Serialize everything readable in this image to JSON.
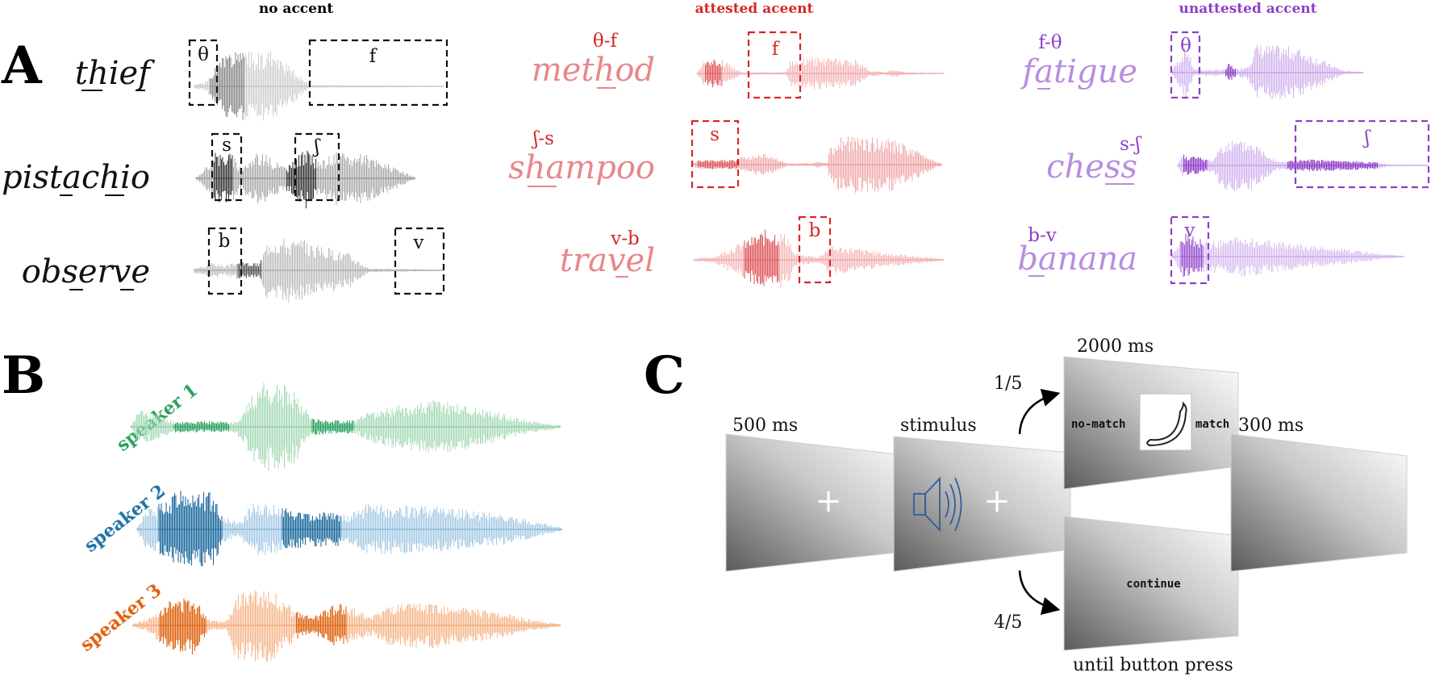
{
  "panel_labels": {
    "a": "A",
    "b": "B",
    "c": "C"
  },
  "column_headers": {
    "no_accent": "no accent",
    "attested": "attested aceent",
    "unattested": "unattested accent"
  },
  "colors": {
    "black": "#1a1a1a",
    "attested": "#d62728",
    "attested_light": "#e8878a",
    "unattested": "#8e3fc7",
    "unattested_light": "#b98ce0",
    "speaker1": "#2ca25f",
    "speaker2": "#2274a5",
    "speaker3": "#e0620f"
  },
  "no_accent": [
    {
      "word": "thief",
      "segs": [
        "θ",
        "f"
      ]
    },
    {
      "word": "pistachio",
      "segs": [
        "s",
        "ʃ"
      ]
    },
    {
      "word": "observe",
      "segs": [
        "b",
        "v"
      ]
    }
  ],
  "attested": [
    {
      "word": "method",
      "pair": "θ-f",
      "segs": [
        "f"
      ]
    },
    {
      "word": "shampoo",
      "pair": "ʃ-s",
      "segs": [
        "s"
      ]
    },
    {
      "word": "travel",
      "pair": "v-b",
      "segs": [
        "b"
      ]
    }
  ],
  "unattested": [
    {
      "word": "fatigue",
      "pair": "f-θ",
      "segs": [
        "θ"
      ]
    },
    {
      "word": "chess",
      "pair": "s-ʃ",
      "segs": [
        "ʃ"
      ]
    },
    {
      "word": "banana",
      "pair": "b-v",
      "segs": [
        "v"
      ]
    }
  ],
  "speakers": [
    {
      "label": "speaker 1"
    },
    {
      "label": "speaker 2"
    },
    {
      "label": "speaker 3"
    }
  ],
  "trial": {
    "fixation": "500 ms",
    "stimulus": "stimulus",
    "picture_time": "2000 ms",
    "blank_time": "300 ms",
    "prob_picture": "1/5",
    "prob_continue": "4/5",
    "no_match": "no-match",
    "match": "match",
    "continue": "continue",
    "until": "until button press"
  }
}
